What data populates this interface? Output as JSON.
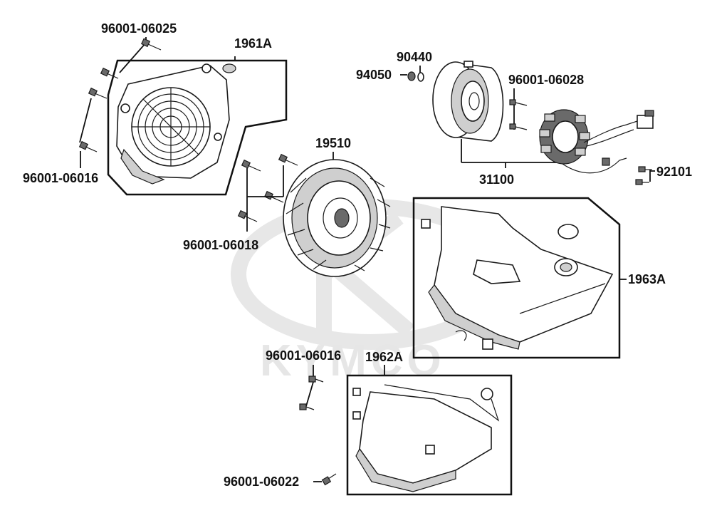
{
  "watermark": {
    "text": "KYMCO"
  },
  "parts": {
    "shroud_right": "1961A",
    "bolt_top_left": "96001-06025",
    "bolt_left_pair": "96001-06016",
    "fan": "19510",
    "fan_bolts": "96001-06018",
    "washer": "90440",
    "nut": "94050",
    "stator_bolts": "96001-06028",
    "flywheel_stator": "31100",
    "wire_screws": "92101",
    "shroud_upper": "1963A",
    "bolt_middle": "96001-06016",
    "shroud_lower": "1962A",
    "bolt_bottom": "96001-06022"
  }
}
